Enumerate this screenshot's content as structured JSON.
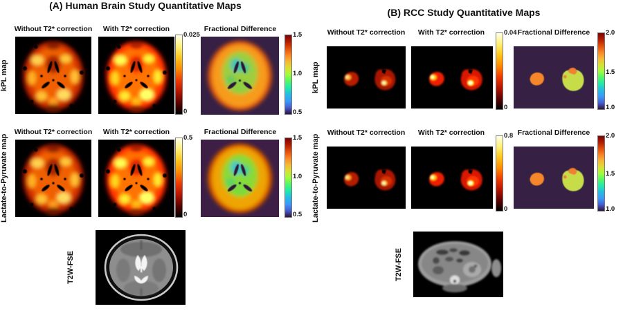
{
  "figure": {
    "colormaps": {
      "map_background": "#000000",
      "fd_background": "#362044",
      "hot": [
        "#ffffe8",
        "#fff176",
        "#ffc61a",
        "#ff8c00",
        "#f23c00",
        "#b81500",
        "#5e0300",
        "#000000"
      ],
      "turbo": [
        "#7a0403",
        "#b11c02",
        "#e14d0b",
        "#fa8423",
        "#f6b737",
        "#d9e033",
        "#a2fc3c",
        "#53f668",
        "#21e9ac",
        "#25bbe3",
        "#3b9af9",
        "#455ed2",
        "#30123b"
      ]
    },
    "panels": [
      {
        "title": "(A) Human Brain Study Quantitative Maps",
        "anatomy_label": "T2W-FSE",
        "rows": [
          {
            "label": "kPL map",
            "col1_header": "Without T2* correction",
            "col2_header": "With T2* correction",
            "fd_header": "Fractional Difference",
            "map_cb": {
              "top": "0.025",
              "bottom": "0"
            },
            "fd_cb": {
              "top": "1.5",
              "mid": "1.0",
              "bottom": "0.5"
            }
          },
          {
            "label": "Lactate-to-Pyruvate map",
            "col1_header": "Without T2* correction",
            "col2_header": "With T2* correction",
            "fd_header": "Fractional Difference",
            "map_cb": {
              "top": "0.5",
              "bottom": "0"
            },
            "fd_cb": {
              "top": "1.5",
              "mid": "1.0",
              "bottom": "0.5"
            }
          }
        ]
      },
      {
        "title": "(B) RCC Study Quantitative Maps",
        "anatomy_label": "T2W-FSE",
        "rows": [
          {
            "label": "kPL map",
            "col1_header": "Without T2* correction",
            "col2_header": "With T2* correction",
            "fd_header": "Fractional Difference",
            "map_cb": {
              "top": "0.04",
              "bottom": "0"
            },
            "fd_cb": {
              "top": "2.0",
              "mid": "1.5",
              "bottom": "1.0"
            }
          },
          {
            "label": "Lactate-to-Pyruvate map",
            "col1_header": "Without T2* correction",
            "col2_header": "With T2* correction",
            "fd_header": "Fractional Difference",
            "map_cb": {
              "top": "0.8",
              "bottom": "0"
            },
            "fd_cb": {
              "top": "2.0",
              "mid": "1.5",
              "bottom": "1.0"
            }
          }
        ]
      }
    ]
  }
}
